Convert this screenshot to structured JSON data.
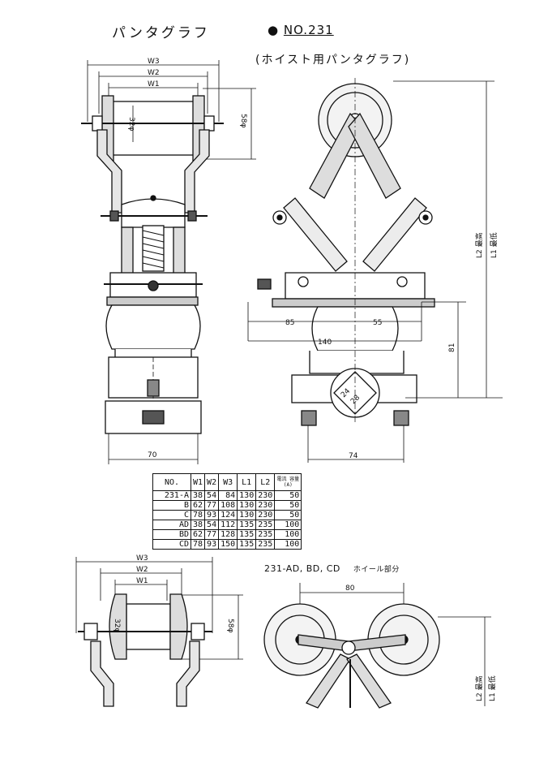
{
  "header": {
    "title": "パンタグラフ",
    "number_bullet": "●",
    "number": "NO.231",
    "subtitle": "(ホイスト用パンタグラフ)"
  },
  "dimensions": {
    "top_left": {
      "w3": "W3",
      "w2": "W2",
      "w1": "W1",
      "d32": "32φ",
      "d58": "58φ",
      "w70": "70"
    },
    "top_right": {
      "d85": "85",
      "d55": "55",
      "d140": "140",
      "d81": "81",
      "d74": "74",
      "d24": "24",
      "d28": "28",
      "l2": "L2 最高",
      "l1": "L1 最低"
    },
    "bottom_left": {
      "w3": "W3",
      "w2": "W2",
      "w1": "W1",
      "d32": "32φ",
      "d58": "58φ"
    },
    "bottom_right": {
      "d80": "80",
      "l2": "L2 最高",
      "l1": "L1 最低"
    }
  },
  "wheel_caption": {
    "models": "231-AD, BD, CD",
    "label": "ホイール部分"
  },
  "spec_table": {
    "headers": [
      "NO.",
      "W1",
      "W2",
      "W3",
      "L1",
      "L2",
      "電流 容量(A)"
    ],
    "rows": [
      [
        "231-A",
        "38",
        "54",
        "84",
        "130",
        "230",
        "50"
      ],
      [
        "B",
        "62",
        "77",
        "108",
        "130",
        "230",
        "50"
      ],
      [
        "C",
        "78",
        "93",
        "124",
        "130",
        "230",
        "50"
      ],
      [
        "AD",
        "38",
        "54",
        "112",
        "135",
        "235",
        "100"
      ],
      [
        "BD",
        "62",
        "77",
        "128",
        "135",
        "235",
        "100"
      ],
      [
        "CD",
        "78",
        "93",
        "150",
        "135",
        "235",
        "100"
      ]
    ]
  }
}
